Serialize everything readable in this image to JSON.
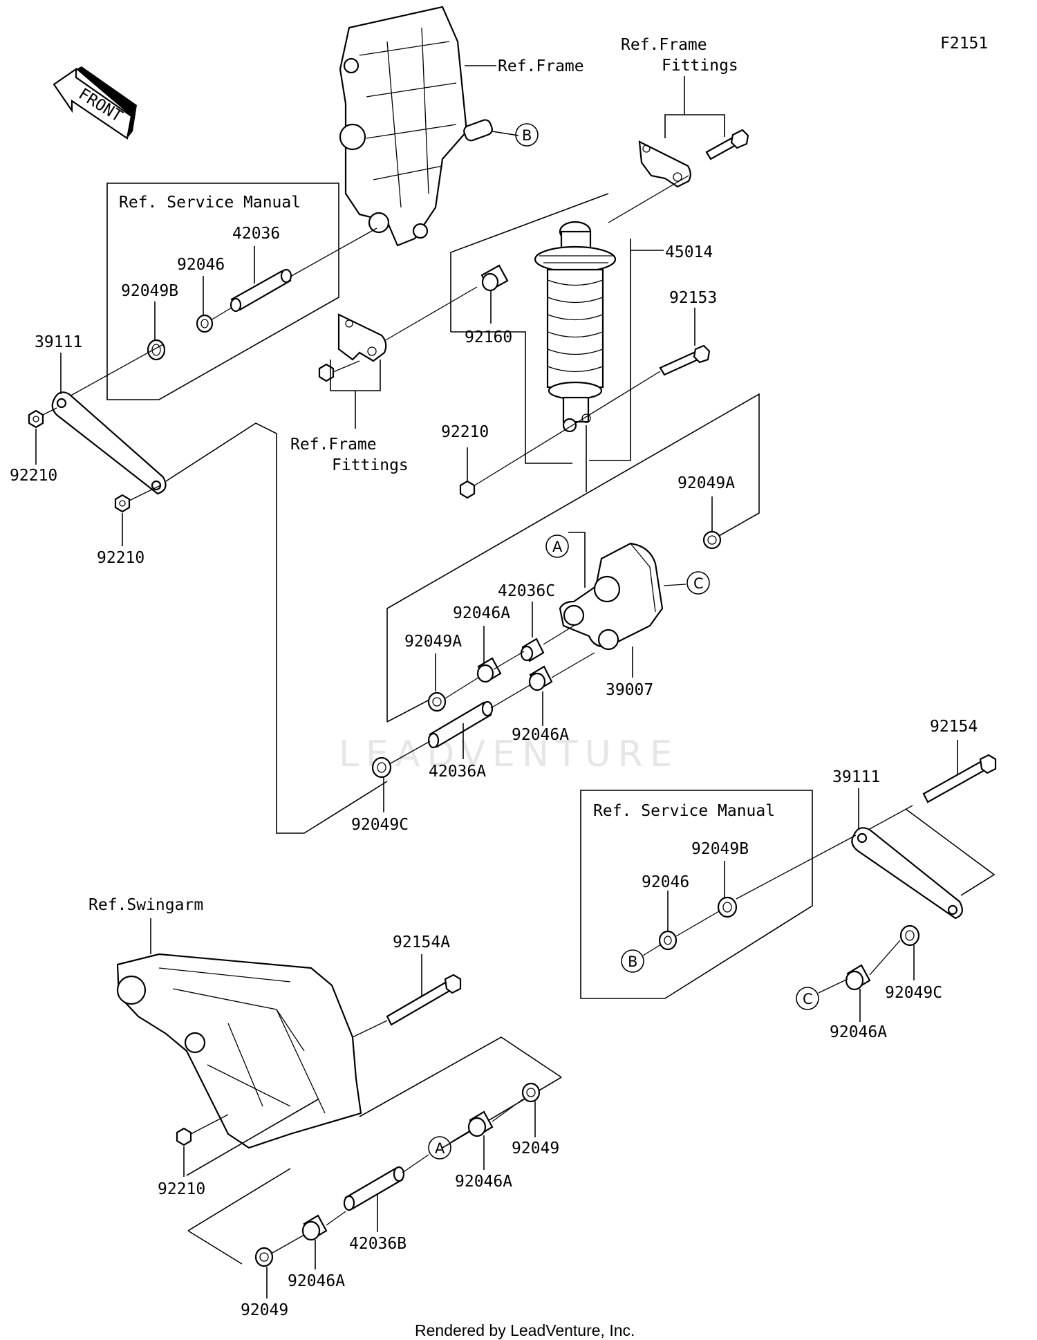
{
  "figure_code": "F2151",
  "front_arrow": "FRONT",
  "watermark": "LEADVENTURE",
  "footer": "Rendered by LeadVenture, Inc.",
  "refs": {
    "frame": "Ref.Frame",
    "frame_fittings_top_1": "Ref.Frame",
    "frame_fittings_top_2": "Fittings",
    "frame_fittings_mid_1": "Ref.Frame",
    "frame_fittings_mid_2": "Fittings",
    "service_manual_left": "Ref. Service Manual",
    "service_manual_right": "Ref. Service Manual",
    "swingarm": "Ref.Swingarm"
  },
  "callouts": {
    "a1": "A",
    "a2": "A",
    "b1": "B",
    "b2": "B",
    "c1": "C",
    "c2": "C"
  },
  "parts": {
    "p42036": "42036",
    "p92046_top": "92046",
    "p92049B_top": "92049B",
    "p39111_left": "39111",
    "p92210_a": "92210",
    "p92210_b": "92210",
    "p92160": "92160",
    "p45014": "45014",
    "p92153": "92153",
    "p92210_c": "92210",
    "p92049A_r": "92049A",
    "p42036C": "42036C",
    "p92046A_t": "92046A",
    "p92049A_l": "92049A",
    "p39007": "39007",
    "p92046A_m": "92046A",
    "p42036A": "42036A",
    "p92049C_m": "92049C",
    "p92154": "92154",
    "p39111_right": "39111",
    "p92049B_r": "92049B",
    "p92046_r": "92046",
    "p92049C_r": "92049C",
    "p92046A_r": "92046A",
    "p92154A": "92154A",
    "p92210_d": "92210",
    "p92049_a": "92049",
    "p92046A_b1": "92046A",
    "p42036B": "42036B",
    "p92046A_b2": "92046A",
    "p92049_b": "92049"
  }
}
